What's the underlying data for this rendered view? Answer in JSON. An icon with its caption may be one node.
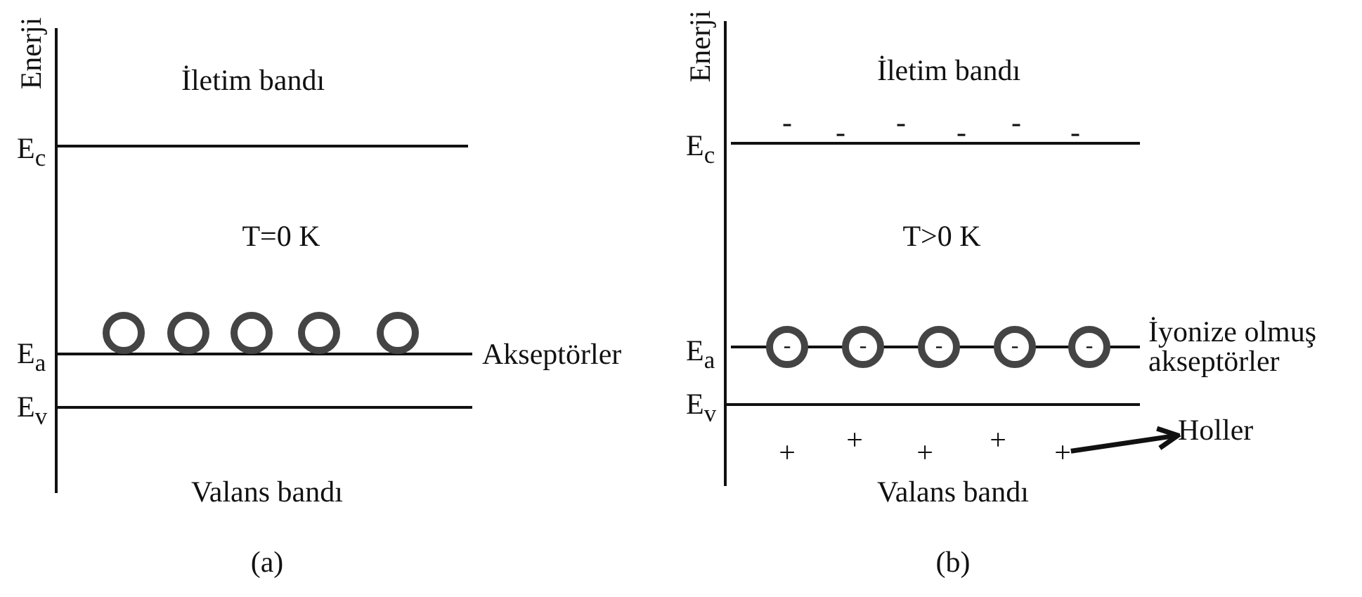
{
  "diagram": {
    "nodes": [
      {
        "text": [],
        "shape": "circle"
      },
      {
        "text": [],
        "shape": "circle"
      },
      {
        "text": [],
        "shape": "circle"
      },
      {
        "text": [],
        "shape": "circle"
      },
      {
        "text": [],
        "shape": "circle"
      },
      {
        "text": [
          "-"
        ]
      },
      {
        "text": [
          "-"
        ]
      },
      {
        "text": [
          "-"
        ]
      },
      {
        "text": [
          "-"
        ]
      },
      {
        "text": [
          "-"
        ]
      },
      {
        "text": [
          "+"
        ]
      },
      {
        "text": [
          "+"
        ]
      },
      {
        "text": [
          "+"
        ]
      },
      {
        "text": [
          "+"
        ]
      },
      {
        "text": [
          "+"
        ]
      },
      {
        "text": [
          "Holler"
        ]
      }
    ],
    "edges": [
      {
        "from": 14,
        "to": 15,
        "arrow": "to"
      }
    ],
    "labels": [
      "Enerji",
      "İletim bandı",
      "E$_{c}$",
      "T=0 K",
      "E$_{a}$",
      "Akseptörler",
      "E$_{v}$",
      "Valans bandı",
      "(a)",
      "Enerji",
      "İletim bandı",
      "-",
      "-",
      "-",
      "-",
      "-",
      "-",
      "E$_{c}$",
      "T>0 K",
      "E$_{a}$",
      "İyonize olmuş akseptörler",
      "E$_{v}$",
      "Valans bandı",
      "(b)"
    ]
  }
}
